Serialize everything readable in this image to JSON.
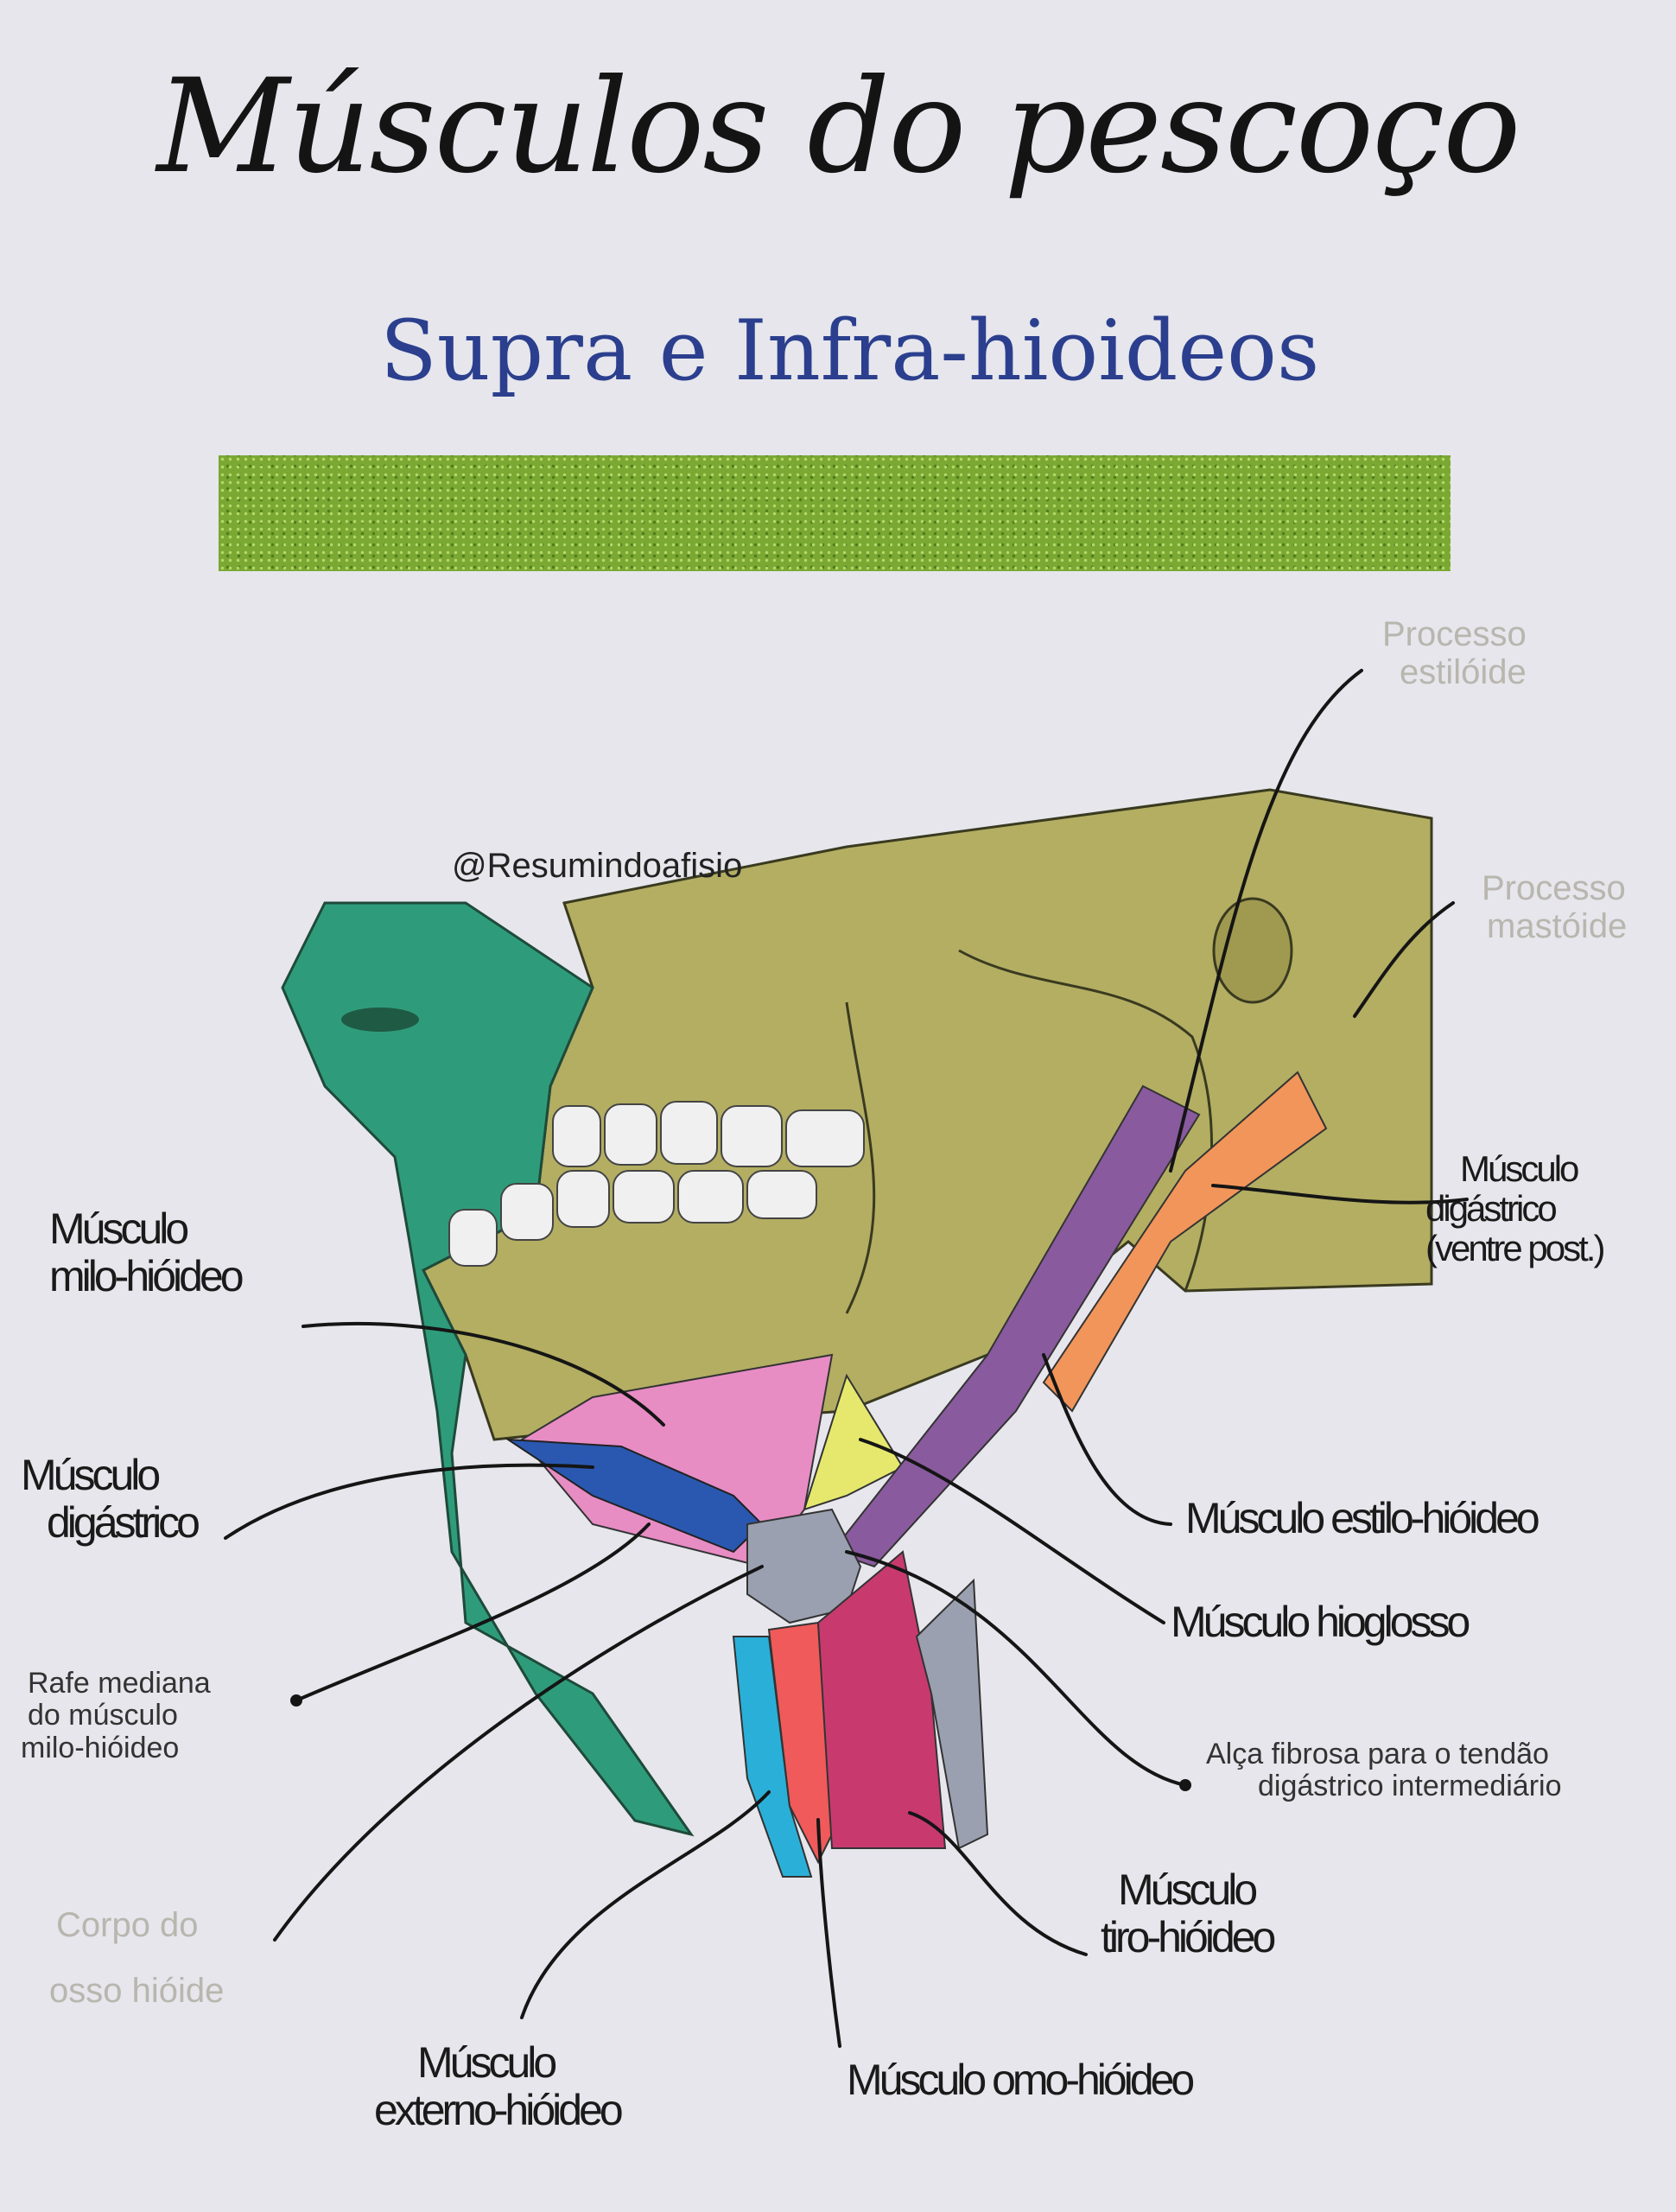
{
  "title": "Músculos do pescoço",
  "subtitle": "Supra e Infra-hioideos",
  "watermark": "@Resumindoafisio",
  "labels": {
    "processo_estiloide": [
      "Processo",
      "estilóide"
    ],
    "processo_mastoide": [
      "Processo",
      "mastóide"
    ],
    "digastrico_posterior": [
      "Músculo",
      "digástrico",
      "(ventre post.)"
    ],
    "milo_hioideo": [
      "Músculo",
      "milo-hióideo"
    ],
    "digastrico": [
      "Músculo",
      "digástrico"
    ],
    "rafe_mediana": [
      "Rafe mediana",
      "do músculo",
      "milo-hióideo"
    ],
    "corpo_hioide": [
      "Corpo do",
      "osso hióide"
    ],
    "estilo_hioideo": "Músculo estilo-hióideo",
    "hioglosso": "Músculo hioglosso",
    "alca_fibrosa": [
      "Alça fibrosa para o tendão",
      "digástrico intermediário"
    ],
    "tiro_hioideo": [
      "Músculo",
      "tiro-hióideo"
    ],
    "omo_hioideo": "Músculo omo-hióideo",
    "externo_hioideo": [
      "Músculo",
      "externo-hióideo"
    ]
  },
  "colors": {
    "title": "#141414",
    "subtitle": "#2b3f8e",
    "tape": "#7aa832",
    "skull": "#b3ae62",
    "face": "#2e9c7a",
    "milo_hioideo": "#e88cc4",
    "digastrico": "#2a58b0",
    "hioglosso": "#e6e86e",
    "estilo_hioideo": "#8a5a9e",
    "digastrico_posterior": "#f2955a",
    "externo_hioideo": "#2ab0d8",
    "omo_hioideo": "#f05a5a",
    "tiro_hioideo": "#c83a6e",
    "hioide": "#9aa0b0"
  }
}
